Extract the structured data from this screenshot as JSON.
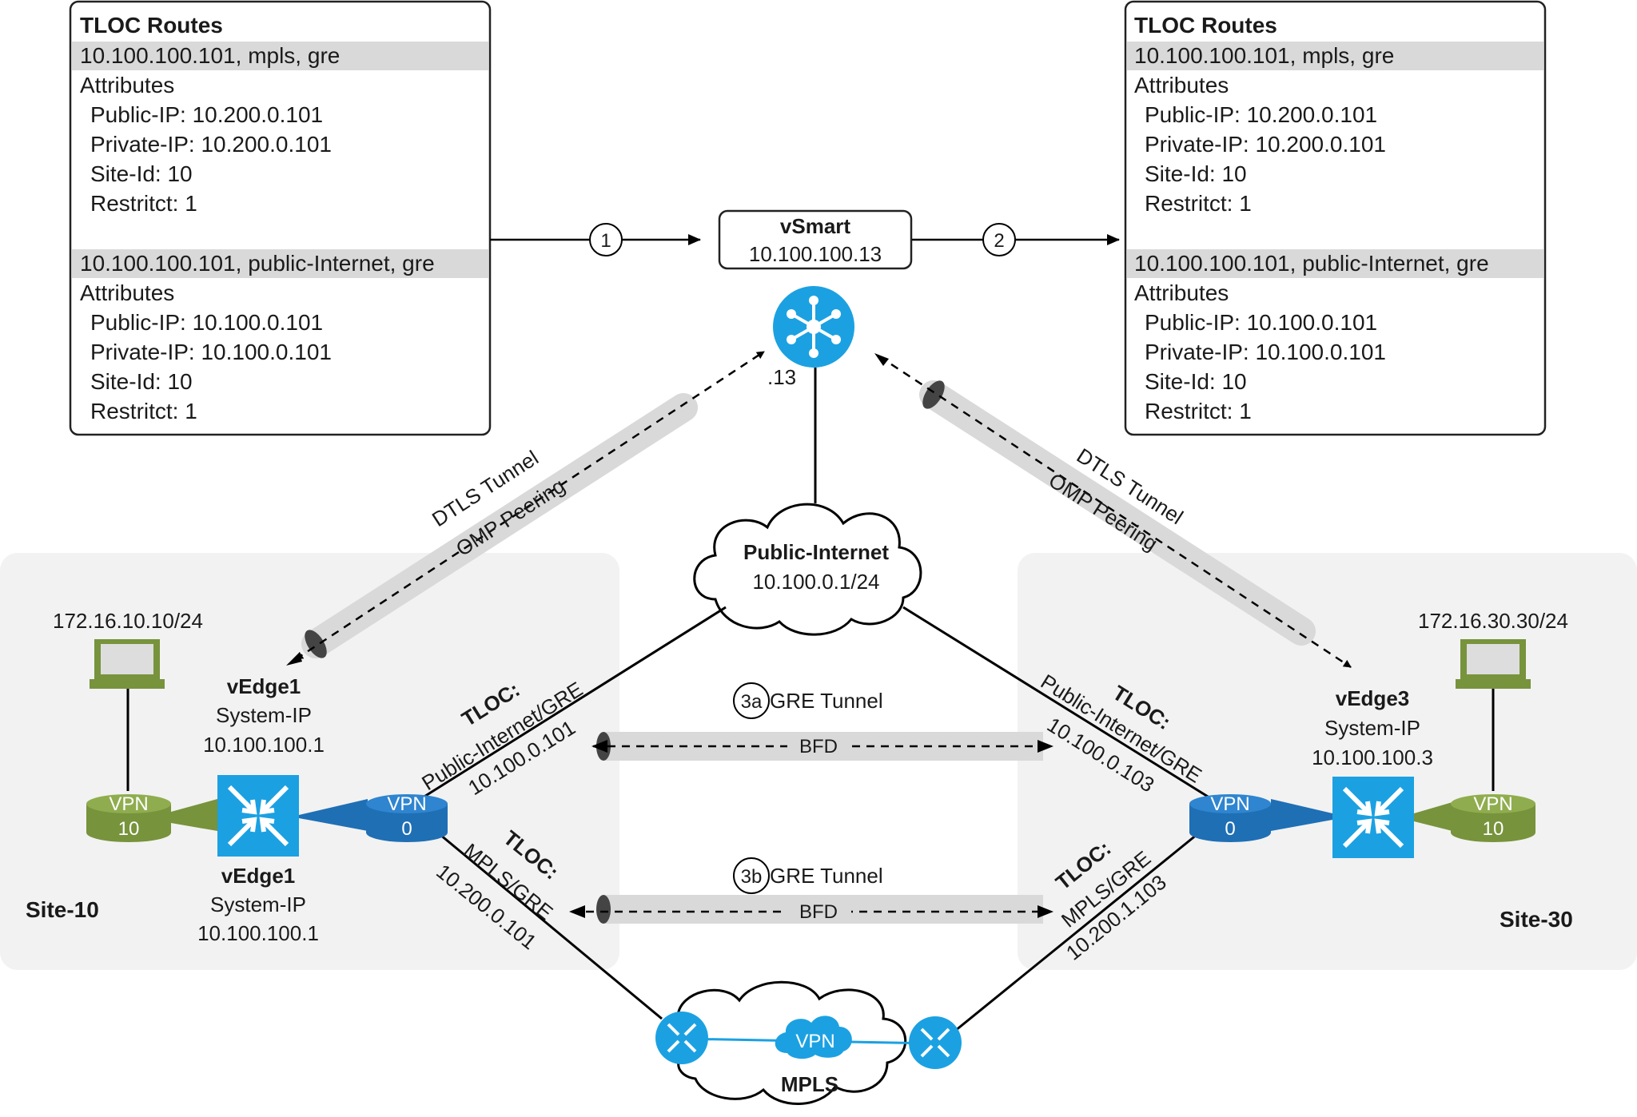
{
  "colors": {
    "device_blue": "#1ba1e2",
    "vpn_green": "#77933c",
    "vpn0_blue": "#1f6fb5",
    "tube_gray": "#d9d9d9",
    "site_bg": "#f2f2f2"
  },
  "left_tloc": {
    "title": "TLOC Routes",
    "route1": "10.100.100.101, mpls, gre",
    "attr1": "Attributes",
    "r1_lines": [
      "Public-IP: 10.200.0.101",
      "Private-IP: 10.200.0.101",
      "Site-Id: 10",
      "Restritct: 1"
    ],
    "route2": "10.100.100.101, public-Internet, gre",
    "attr2": "Attributes",
    "r2_lines": [
      "Public-IP: 10.100.0.101",
      "Private-IP: 10.100.0.101",
      "Site-Id: 10",
      "Restritct: 1"
    ]
  },
  "right_tloc": {
    "title": "TLOC Routes",
    "route1": "10.100.100.101, mpls, gre",
    "attr1": "Attributes",
    "r1_lines": [
      "Public-IP: 10.200.0.101",
      "Private-IP: 10.200.0.101",
      "Site-Id: 10",
      "Restritct: 1"
    ],
    "route2": "10.100.100.101, public-Internet, gre",
    "attr2": "Attributes",
    "r2_lines": [
      "Public-IP: 10.100.0.101",
      "Private-IP: 10.100.0.101",
      "Site-Id: 10",
      "Restritct: 1"
    ]
  },
  "vsmart": {
    "name": "vSmart",
    "ip": "10.100.100.13",
    "suffix": ".13"
  },
  "steps": {
    "s1": "1",
    "s2": "2",
    "s3a": "3a",
    "s3b": "3b"
  },
  "dtls_left": {
    "line1": "DTLS Tunnel",
    "line2": "OMP Peering"
  },
  "dtls_right": {
    "line1": "DTLS Tunnel",
    "line2": "OMP Peering"
  },
  "internet": {
    "name": "Public-Internet",
    "subnet": "10.100.0.1/24"
  },
  "mpls": {
    "name": "MPLS",
    "vpn": "VPN"
  },
  "site10": {
    "label": "Site-10",
    "host_ip": "172.16.10.10/24",
    "vedge_top": {
      "name": "vEdge1",
      "sys": "System-IP",
      "ip": "10.100.100.1"
    },
    "vedge_bottom": {
      "name": "vEdge1",
      "sys": "System-IP",
      "ip": "10.100.100.1"
    },
    "vpn10": {
      "top": "VPN",
      "num": "10"
    },
    "vpn0": {
      "top": "VPN",
      "num": "0"
    },
    "tloc_inet": {
      "title": "TLOC:",
      "type": "Public-Internet/GRE",
      "ip": "10.100.0.101"
    },
    "tloc_mpls": {
      "title": "TLOC:",
      "type": "MPLS/GRE",
      "ip": "10.200.0.101"
    }
  },
  "site30": {
    "label": "Site-30",
    "host_ip": "172.16.30.30/24",
    "vedge": {
      "name": "vEdge3",
      "sys": "System-IP",
      "ip": "10.100.100.3"
    },
    "vpn10": {
      "top": "VPN",
      "num": "10"
    },
    "vpn0": {
      "top": "VPN",
      "num": "0"
    },
    "tloc_inet": {
      "title": "TLOC:",
      "type": "Public-Internet/GRE",
      "ip": "10.100.0.103"
    },
    "tloc_mpls": {
      "title": "TLOC:",
      "type": "MPLS/GRE",
      "ip": "10.200.1.103"
    }
  },
  "gre_top": {
    "label": "GRE Tunnel",
    "bfd": "BFD"
  },
  "gre_bottom": {
    "label": "GRE Tunnel",
    "bfd": "BFD"
  }
}
